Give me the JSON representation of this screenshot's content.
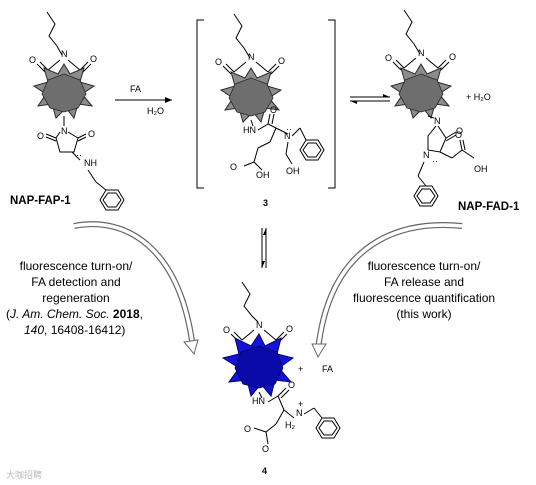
{
  "compounds": {
    "nap_fap_1": "NAP-FAP-1",
    "intermediate": "3",
    "nap_fad_1": "NAP-FAD-1",
    "product": "4"
  },
  "reagents": {
    "fa_top": "FA",
    "h2o_top": "H₂O",
    "plus_h2o": "+ H₂O",
    "plus": "+",
    "fa_bottom": "FA"
  },
  "captions": {
    "left": {
      "line1": "fluorescence turn-on/",
      "line2": "FA detection and",
      "line3": "regeneration",
      "ref_open": "(",
      "ref_journal": "J. Am. Chem. Soc.",
      "ref_year": " 2018",
      "ref_year_suffix": ",",
      "ref_volume": "140",
      "ref_pages": ", 16408-16412)"
    },
    "right": {
      "line1": "fluorescence turn-on/",
      "line2": "FA release and",
      "line3": "fluorescence quantification",
      "line4": "(this work)"
    }
  },
  "atoms": {
    "N": "N",
    "O": "O",
    "NH": "NH",
    "HN": "HN",
    "OH": "OH",
    "OH_chain": "OH",
    "H": "H",
    "plus_sign": "+",
    "H2": "H₂",
    "dots": "··"
  },
  "watermark": "大咖招聘",
  "colors": {
    "gray_core": "#8c8c8c",
    "gray_core_stroke": "#2a2a2a",
    "blue_core": "#1414d8",
    "blue_core_stroke": "#00006e",
    "arrow_fill": "#ffffff",
    "arrow_stroke": "#666666"
  }
}
